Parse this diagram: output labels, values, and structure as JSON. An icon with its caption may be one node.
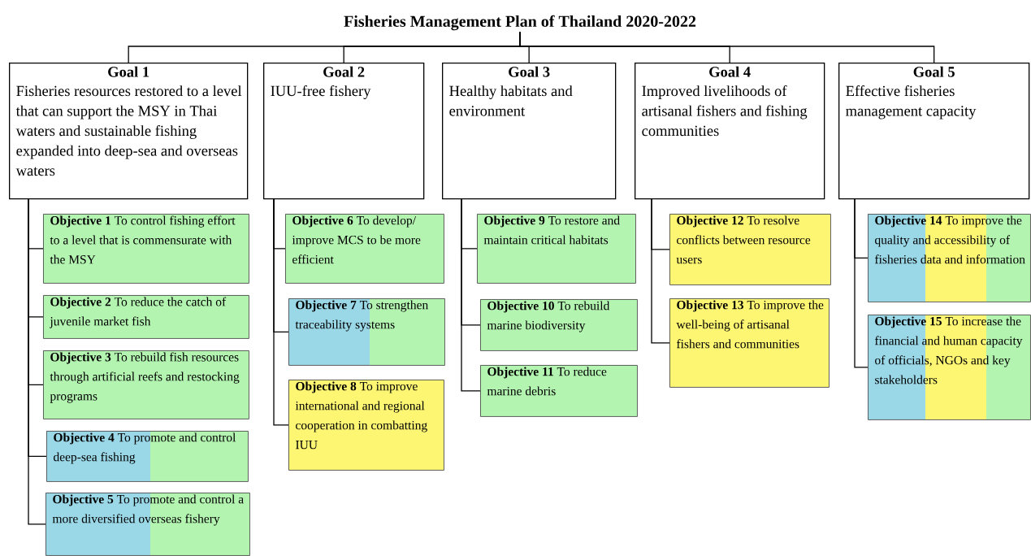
{
  "diagram": {
    "nodes": [
      {
        "text": [
          "Fisheries Management Plan of Thailand 2020-2022"
        ]
      },
      {
        "text": [
          "Goal 1",
          "Fisheries resources restored to a level that can support the MSY in Thai waters and sustainable fishing expanded into deep-sea and overseas waters"
        ]
      },
      {
        "text": [
          "Goal 2",
          "IUU-free fishery"
        ]
      },
      {
        "text": [
          "Goal 3",
          "Healthy habitats and environment"
        ]
      },
      {
        "text": [
          "Goal 4",
          "Improved livelihoods of artisanal fishers and fishing communities"
        ]
      },
      {
        "text": [
          "Goal 5",
          "Effective fisheries management capacity"
        ]
      },
      {
        "text": [
          "**Objective 1** To control fishing effort to a level that is commensurate with the MSY"
        ]
      },
      {
        "text": [
          "**Objective 2** To reduce the catch of juvenile market fish"
        ]
      },
      {
        "text": [
          "**Objective 3** To rebuild fish resources through artificial reefs and restocking programs"
        ]
      },
      {
        "text": [
          "**Objective 4** To promote and control deep-sea fishing"
        ]
      },
      {
        "text": [
          "**Objective 5** To promote and control a more diversified overseas fishery"
        ]
      },
      {
        "text": [
          "**Objective 6** To develop/ improve MCS to be more efficient"
        ]
      },
      {
        "text": [
          "**Objective 7** To strengthen traceability systems"
        ]
      },
      {
        "text": [
          "**Objective 8** To improve international and regional cooperation in combatting IUU"
        ]
      },
      {
        "text": [
          "**Objective 9** To restore and maintain critical habitats"
        ]
      },
      {
        "text": [
          "**Objective 10** To rebuild marine biodiversity"
        ]
      },
      {
        "text": [
          "**Objective 11** To reduce marine debris"
        ]
      },
      {
        "text": [
          "**Objective 12** To resolve conflicts between resource users"
        ]
      },
      {
        "text": [
          "**Objective 13** To improve the well-being of artisanal fishers and communities"
        ]
      },
      {
        "text": [
          "**Objective 14** To improve the quality and accessibility of fisheries data and information"
        ]
      },
      {
        "text": [
          "**Objective 15** To increase the financial and human capacity of officials, NGOs and key stakeholders"
        ]
      }
    ],
    "edges": [
      {
        "from": 0,
        "to": 1,
        "arrow": "none"
      },
      {
        "from": 0,
        "to": 2,
        "arrow": "none"
      },
      {
        "from": 0,
        "to": 3,
        "arrow": "none"
      },
      {
        "from": 0,
        "to": 4,
        "arrow": "none"
      },
      {
        "from": 0,
        "to": 5,
        "arrow": "none"
      },
      {
        "from": 1,
        "to": 6,
        "arrow": "none"
      },
      {
        "from": 1,
        "to": 7,
        "arrow": "none"
      },
      {
        "from": 1,
        "to": 8,
        "arrow": "none"
      },
      {
        "from": 1,
        "to": 9,
        "arrow": "none"
      },
      {
        "from": 1,
        "to": 10,
        "arrow": "none"
      },
      {
        "from": 2,
        "to": 11,
        "arrow": "none"
      },
      {
        "from": 2,
        "to": 12,
        "arrow": "none"
      },
      {
        "from": 2,
        "to": 13,
        "arrow": "none"
      },
      {
        "from": 3,
        "to": 14,
        "arrow": "none"
      },
      {
        "from": 3,
        "to": 15,
        "arrow": "none"
      },
      {
        "from": 3,
        "to": 16,
        "arrow": "none"
      },
      {
        "from": 4,
        "to": 17,
        "arrow": "none"
      },
      {
        "from": 4,
        "to": 18,
        "arrow": "none"
      },
      {
        "from": 5,
        "to": 19,
        "arrow": "none"
      },
      {
        "from": 5,
        "to": 20,
        "arrow": "none"
      }
    ]
  }
}
